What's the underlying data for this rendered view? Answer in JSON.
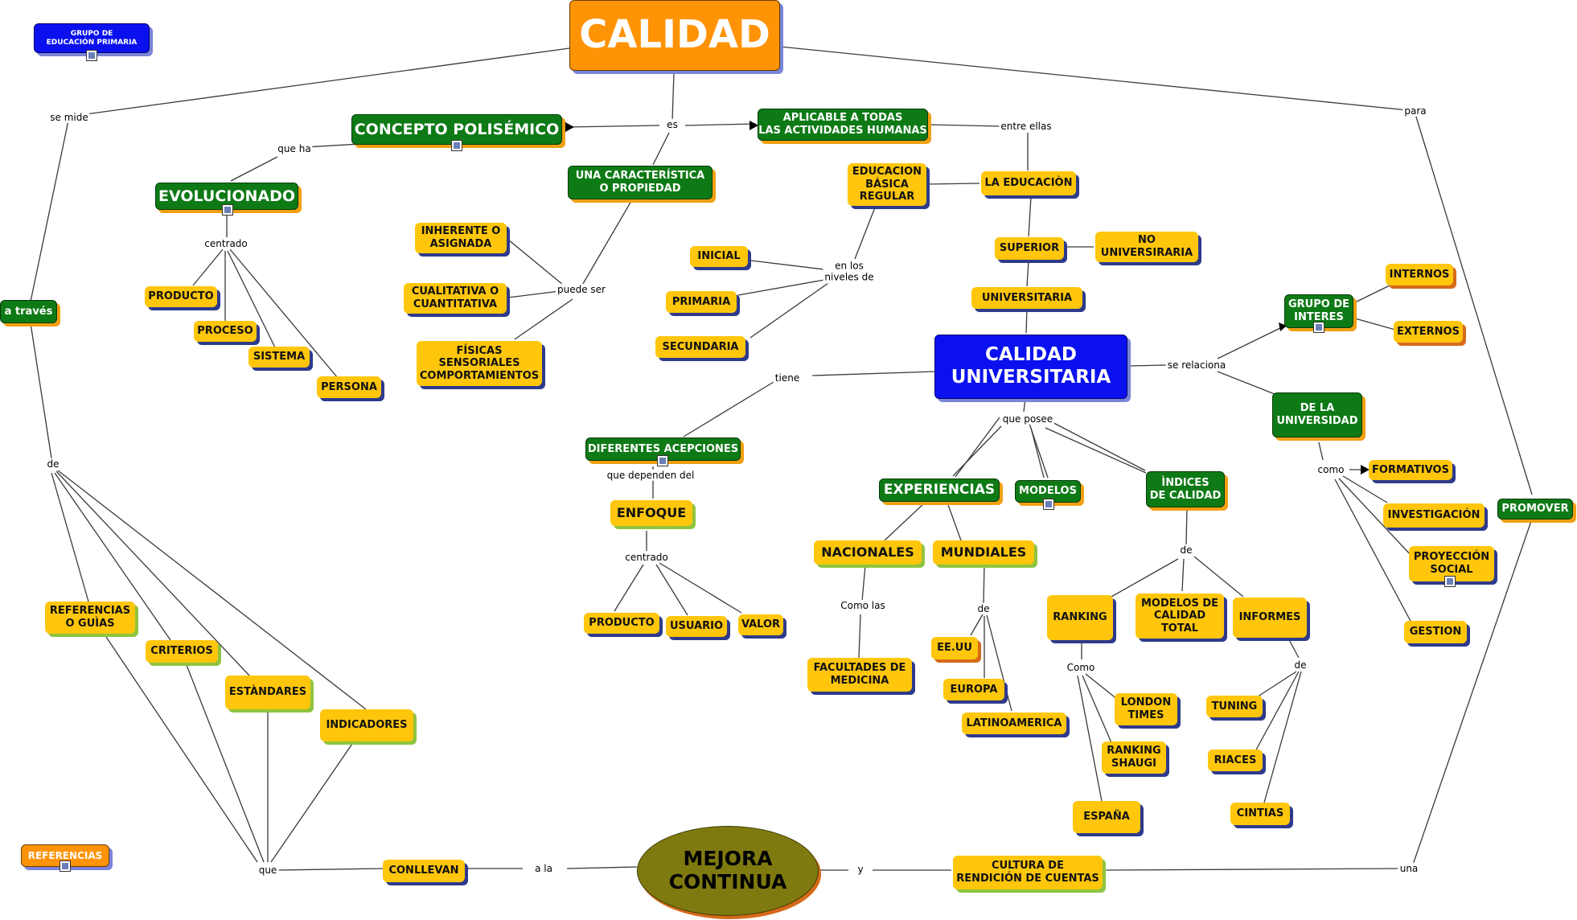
{
  "nodes": {
    "calidad": "CALIDAD",
    "grupo_primaria": "GRUPO DE\nEDUCACIÓN PRIMARIA",
    "concepto_polisemico": "CONCEPTO POLISÉMICO",
    "evolucionado": "EVOLUCIONADO",
    "caracteristica": "UNA CARACTERÍSTICA\nO PROPIEDAD",
    "aplicable": "APLICABLE A TODAS\nLAS ACTIVIDADES HUMANAS",
    "educacion_basica": "EDUCACION\nBÁSICA\nREGULAR",
    "la_educacion": "LA EDUCACIÒN",
    "superior": "SUPERIOR",
    "no_universitaria": "NO\nUNIVERSIRARIA",
    "universitaria": "UNIVERSITARIA",
    "a_traves": "a través",
    "producto1": "PRODUCTO",
    "proceso": "PROCESO",
    "sistema": "SISTEMA",
    "persona": "PERSONA",
    "inherente": "INHERENTE O\nASIGNADA",
    "cualitativa": "CUALITATIVA O\nCUANTITATIVA",
    "fisicas": "FÍSICAS\nSENSORIALES\nCOMPORTAMIENTOS",
    "inicial": "INICIAL",
    "primaria": "PRIMARIA",
    "secundaria": "SECUNDARIA",
    "calidad_universitaria": "CALIDAD\nUNIVERSITARIA",
    "grupo_interes": "GRUPO DE\nINTERES",
    "internos": "INTERNOS",
    "externos": "EXTERNOS",
    "de_la_universidad": "DE LA\nUNIVERSIDAD",
    "formativos": "FORMATIVOS",
    "investigacion": "INVESTIGACIÓN",
    "proyeccion": "PROYECCIÓN\nSOCIAL",
    "gestion": "GESTION",
    "promover": "PROMOVER",
    "diferentes": "DIFERENTES ACEPCIONES",
    "enfoque": "ENFOQUE",
    "producto2": "PRODUCTO",
    "usuario": "USUARIO",
    "valor": "VALOR",
    "experiencias": "EXPERIENCIAS",
    "modelos": "MODELOS",
    "indices": "ÌNDICES\nDE CALIDAD",
    "nacionales": "NACIONALES",
    "mundiales": "MUNDIALES",
    "facultades": "FACULTADES DE\nMEDICINA",
    "eeuu": "EE.UU",
    "europa": "EUROPA",
    "latinoamerica": "LATINOAMERICA",
    "ranking": "RANKING",
    "modelos_ct": "MODELOS DE\nCALIDAD\nTOTAL",
    "informes": "INFORMES",
    "london": "LONDON\nTIMES",
    "shaugi": "RANKING\nSHAUGI",
    "espana": "ESPAÑA",
    "tuning": "TUNING",
    "riaces": "RIACES",
    "cintias": "CINTIAS",
    "referencias_guias": "REFERENCIAS\nO  GUÌAS",
    "criterios": "CRITERIOS",
    "estandares": "ESTÀNDARES",
    "indicadores": "INDICADORES",
    "referencias": "REFERENCIAS",
    "conllevan": "CONLLEVAN",
    "mejora": "MEJORA\nCONTINUA",
    "cultura": "CULTURA DE\nRENDICIÓN DE CUENTAS"
  },
  "links": {
    "se_mide": "se mide",
    "que_ha": "que ha",
    "es": "es",
    "entre_ellas": "entre ellas",
    "para": "para",
    "centrado1": "centrado",
    "puede_ser": "puede ser",
    "en_los_niveles": "en los\nniveles de",
    "tiene": "tiene",
    "se_relaciona": "se relaciona",
    "que_posee": "que  posee",
    "como1": "como",
    "que_dependen": "que dependen del",
    "centrado2": "centrado",
    "de1": "de",
    "como_las": "Como  las",
    "de2": "de",
    "de3": "de",
    "como2": "Como",
    "de4": "de",
    "que": "que",
    "a_la": "a la",
    "y": "y",
    "una": "una"
  },
  "colors": {
    "yellow": "#FFC60B",
    "green": "#0E7A16",
    "blue": "#0A11EE",
    "orange": "#FF9306",
    "olive": "#7F7A10"
  }
}
